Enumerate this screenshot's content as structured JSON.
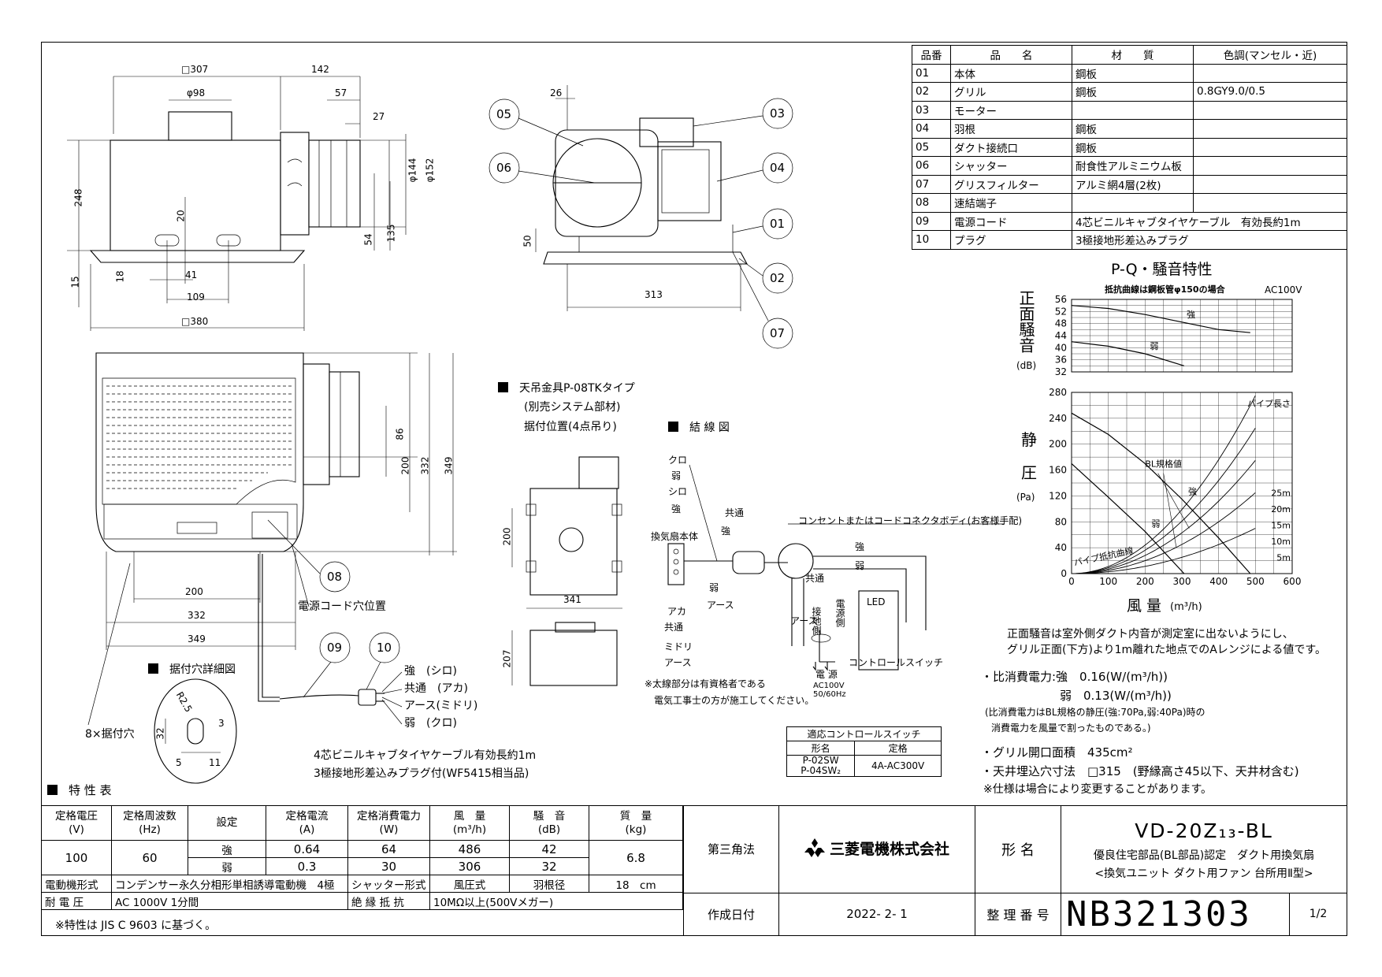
{
  "drawing": {
    "dims_top": {
      "d307": "□307",
      "d142": "142",
      "d98": "φ98",
      "d57": "57",
      "d27": "27",
      "d248": "248",
      "d144": "φ144",
      "d152": "φ152",
      "d20": "20",
      "d54": "54",
      "d135": "135",
      "d15": "15",
      "d18": "18",
      "d41": "41",
      "d109": "109",
      "d380": "□380"
    },
    "dims_side": {
      "d26": "26",
      "d50": "50",
      "d313": "313"
    },
    "callouts": [
      "05",
      "06",
      "03",
      "04",
      "01",
      "02",
      "07"
    ],
    "dims_front": {
      "d86": "86",
      "d200": "200",
      "d332": "332",
      "d349": "349",
      "h200": "200",
      "h332": "332",
      "h349": "349"
    },
    "callout_08": "08",
    "power_hole": "電源コード穴位置",
    "mount_detail": {
      "title": "据付穴詳細図",
      "d32": "32",
      "r25": "R2.5",
      "d3": "3",
      "d5": "5",
      "d11": "11",
      "holes": "8×据付穴"
    },
    "cable": {
      "c09": "09",
      "c10": "10",
      "strong": "強　(シロ)",
      "common": "共通　(アカ)",
      "earth": "アース(ミドリ)",
      "weak": "弱　(クロ)",
      "note1": "4芯ビニルキャブタイヤケーブル有効長約1m",
      "note2": "3極接地形差込みプラグ付(WF5415相当品)"
    },
    "hanger": {
      "title": "天吊金具P-08TKタイプ",
      "sub1": "(別売システム部材)",
      "sub2": "据付位置(4点吊り)",
      "d200": "200",
      "d341": "341",
      "d207": "207"
    },
    "wiring": {
      "title": "結 線 図",
      "kuro": "クロ",
      "jaku": "弱",
      "shiro": "シロ",
      "kyo": "強",
      "kyotsu": "共通",
      "kyo2": "強",
      "body": "換気扇本体",
      "jaku2": "弱",
      "aka": "アカ",
      "kyotsu2": "共通",
      "midori": "ミドリ",
      "earth": "アース",
      "earth2": "アース",
      "outlet": "コンセントまたはコードコネクタボディ(お客様手配)",
      "kyo3": "強",
      "jaku3": "弱",
      "kyotsu3": "共通",
      "earth3": "アース",
      "ground": "接地側",
      "power_side": "電源側",
      "power": "電 源",
      "ac": "AC100V",
      "hz": "50/60Hz",
      "sw": "コントロールスイッチ",
      "led": "LED",
      "note1": "※太線部分は有資格者である",
      "note2": "電気工事士の方が施工してください。"
    }
  },
  "parts_table": {
    "headers": [
      "品番",
      "品　　名",
      "材　　質",
      "色調(マンセル・近)"
    ],
    "rows": [
      [
        "01",
        "本体",
        "鋼板",
        ""
      ],
      [
        "02",
        "グリル",
        "鋼板",
        "0.8GY9.0/0.5"
      ],
      [
        "03",
        "モーター",
        "",
        ""
      ],
      [
        "04",
        "羽根",
        "鋼板",
        ""
      ],
      [
        "05",
        "ダクト接続口",
        "鋼板",
        ""
      ],
      [
        "06",
        "シャッター",
        "耐食性アルミニウム板",
        ""
      ],
      [
        "07",
        "グリスフィルター",
        "アルミ網4層(2枚)",
        ""
      ],
      [
        "08",
        "速結端子",
        "",
        ""
      ],
      [
        "09",
        "電源コード",
        "4芯ビニルキャブタイヤケーブル　有効長約1m",
        ""
      ],
      [
        "10",
        "プラグ",
        "3極接地形差込みプラグ",
        ""
      ]
    ]
  },
  "chart_data": [
    {
      "type": "line",
      "title": "P-Q・騒音特性",
      "note": "抵抗曲線は鋼板管φ150の場合",
      "power": "AC100V",
      "ylabel": "正面騒音",
      "yunit": "(dB)",
      "yticks": [
        56,
        52,
        48,
        44,
        40,
        36,
        32
      ],
      "ylim": [
        32,
        56
      ],
      "xlim": [
        0,
        600
      ],
      "series": [
        {
          "name": "強",
          "x": [
            0,
            100,
            200,
            300,
            400,
            486
          ],
          "y": [
            54,
            53,
            51,
            48.5,
            46,
            45
          ]
        },
        {
          "name": "弱",
          "x": [
            0,
            100,
            200,
            306
          ],
          "y": [
            42,
            40.5,
            38,
            34
          ]
        }
      ]
    },
    {
      "type": "line",
      "ylabel": "静圧",
      "yunit": "(Pa)",
      "xlabel": "風 量",
      "xunit": "(m³/h)",
      "yticks": [
        280,
        240,
        200,
        160,
        120,
        80,
        40,
        0
      ],
      "xticks": [
        0,
        100,
        200,
        300,
        400,
        500,
        600
      ],
      "ylim": [
        0,
        280
      ],
      "xlim": [
        0,
        600
      ],
      "series": [
        {
          "name": "強",
          "x": [
            0,
            100,
            200,
            300,
            400,
            486
          ],
          "y": [
            248,
            215,
            170,
            115,
            55,
            0
          ]
        },
        {
          "name": "弱",
          "x": [
            0,
            100,
            200,
            306
          ],
          "y": [
            170,
            118,
            65,
            0
          ]
        }
      ],
      "pipe_label": "パイプ長さ",
      "pipe_lengths": [
        "25m",
        "20m",
        "15m",
        "10m",
        "5m"
      ],
      "bl_label": "BL規格値",
      "resistance_label": "パイプ抵抗曲線"
    }
  ],
  "notes": {
    "n1": "正面騒音は室外側ダクト内音が測定室に出ないようにし、",
    "n2": "グリル正面(下方)より1m離れた地点でのAレンジによる値です。",
    "p1": "・比消費電力:強　0.16(W/(m³/h))",
    "p2": "弱　0.13(W/(m³/h))",
    "p3": "(比消費電力はBL規格の静圧(強:70Pa,弱:40Pa)時の",
    "p4": "消費電力を風量で割ったものである。)",
    "g1": "・グリル開口面積　435cm²",
    "g2": "・天井埋込穴寸法　□315　(野縁高さ45以下、天井材含む)",
    "g3": "※仕様は場合により変更することがあります。"
  },
  "control_switch": {
    "title": "適応コントロールスイッチ",
    "h1": "形名",
    "h2": "定格",
    "m1": "P-02SW",
    "m2": "P-04SW₂",
    "rating": "4A-AC300V"
  },
  "spec_table": {
    "title": "特 性 表",
    "headers": [
      "定格電圧\n(V)",
      "定格周波数\n(Hz)",
      "設定",
      "定格電流\n(A)",
      "定格消費電力\n(W)",
      "風　量\n(m³/h)",
      "騒　音\n(dB)",
      "質　量\n(kg)"
    ],
    "voltage": "100",
    "freq": "60",
    "strong": {
      "label": "強",
      "current": "0.64",
      "power": "64",
      "airflow": "486",
      "noise": "42"
    },
    "weak": {
      "label": "弱",
      "current": "0.3",
      "power": "30",
      "airflow": "306",
      "noise": "32"
    },
    "mass": "6.8",
    "motor_label": "電動機形式",
    "motor": "コンデンサー永久分相形単相誘導電動機　4極",
    "shutter_label": "シャッター形式",
    "shutter": "風圧式",
    "blade_label": "羽根径",
    "blade": "18　cm",
    "voltage_label": "耐 電 圧",
    "withstand": "AC 1000V 1分間",
    "insulation_label": "絶 縁 抵 抗",
    "insulation": "10MΩ以上(500Vメガー)",
    "footnote": "※特性は JIS C 9603 に基づく。"
  },
  "title_block": {
    "projection": "第三角法",
    "company": "三菱電機株式会社",
    "model_label": "形 名",
    "model": "VD-20Z₁₃-BL",
    "desc1": "優良住宅部品(BL部品)認定　ダクト用換気扇",
    "desc2": "<換気ユニット ダクト用ファン 台所用Ⅱ型>",
    "date_label": "作成日付",
    "date": "2022- 2- 1",
    "number_label": "整 理 番 号",
    "number": "NB321303",
    "page": "1/2"
  }
}
